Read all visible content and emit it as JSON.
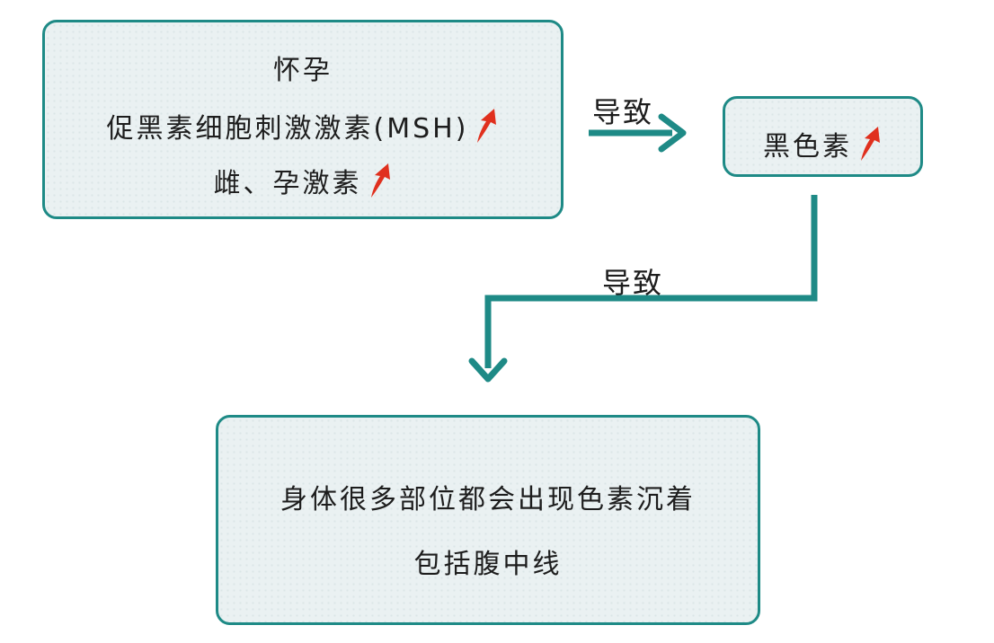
{
  "boxes": {
    "pregnancy": {
      "line1": "怀孕",
      "line2": "促黑素细胞刺激激素(MSH)",
      "line3": "雌、孕激素"
    },
    "melanin": {
      "label": "黑色素"
    },
    "result": {
      "line1": "身体很多部位都会出现色素沉着",
      "line2": "包括腹中线"
    }
  },
  "connectors": {
    "top_label": "导致",
    "bottom_label": "导致"
  },
  "colors": {
    "accent": "#1e8a86",
    "box_fill": "#eaf1f2",
    "arrow_up": "#e0301e"
  },
  "icons": {
    "increase": "red-up-arrow-icon"
  }
}
